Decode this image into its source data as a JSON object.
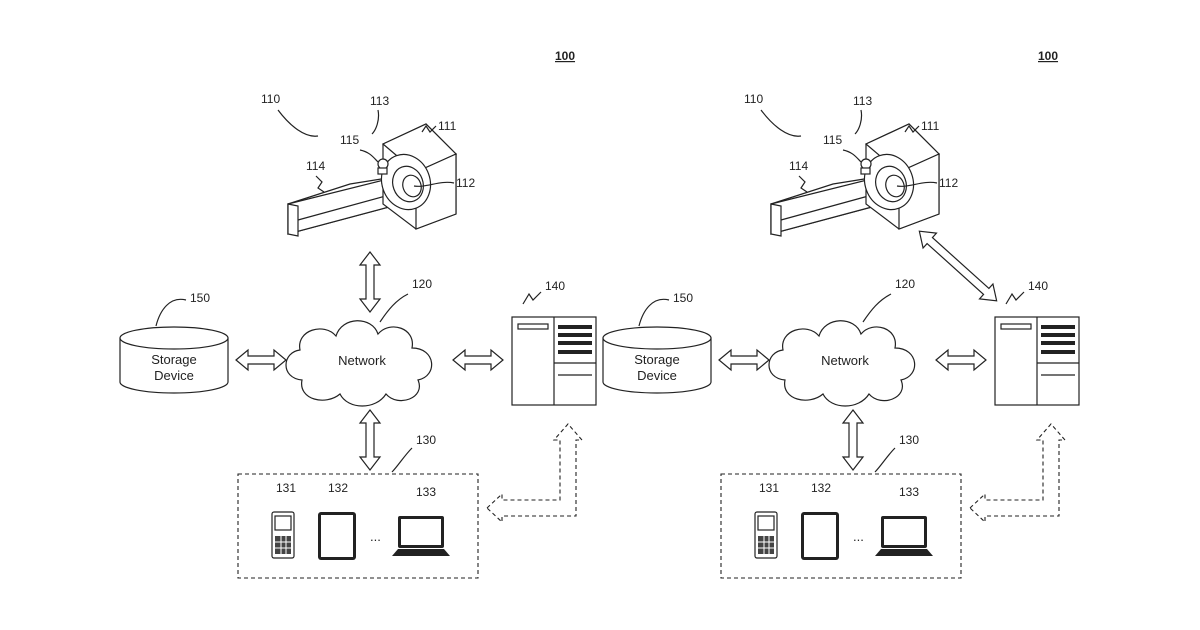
{
  "panels": [
    {
      "figure_number": "100",
      "imaging_device": {
        "ref": "110",
        "gantry_ref": "111",
        "detector_ref": "112",
        "bore_ref": "113",
        "table_ref": "114",
        "source_ref": "115"
      },
      "network": {
        "ref": "120",
        "label": "Network"
      },
      "terminals": {
        "ref": "130",
        "mobile_ref": "131",
        "tablet_ref": "132",
        "laptop_ref": "133",
        "ellipsis": "..."
      },
      "processing_device": {
        "ref": "140"
      },
      "storage": {
        "ref": "150",
        "label_line1": "Storage",
        "label_line2": "Device"
      }
    },
    {
      "figure_number": "100",
      "imaging_device": {
        "ref": "110",
        "gantry_ref": "111",
        "detector_ref": "112",
        "bore_ref": "113",
        "table_ref": "114",
        "source_ref": "115"
      },
      "network": {
        "ref": "120",
        "label": "Network"
      },
      "terminals": {
        "ref": "130",
        "mobile_ref": "131",
        "tablet_ref": "132",
        "laptop_ref": "133",
        "ellipsis": "..."
      },
      "processing_device": {
        "ref": "140"
      },
      "storage": {
        "ref": "150",
        "label_line1": "Storage",
        "label_line2": "Device"
      }
    }
  ]
}
